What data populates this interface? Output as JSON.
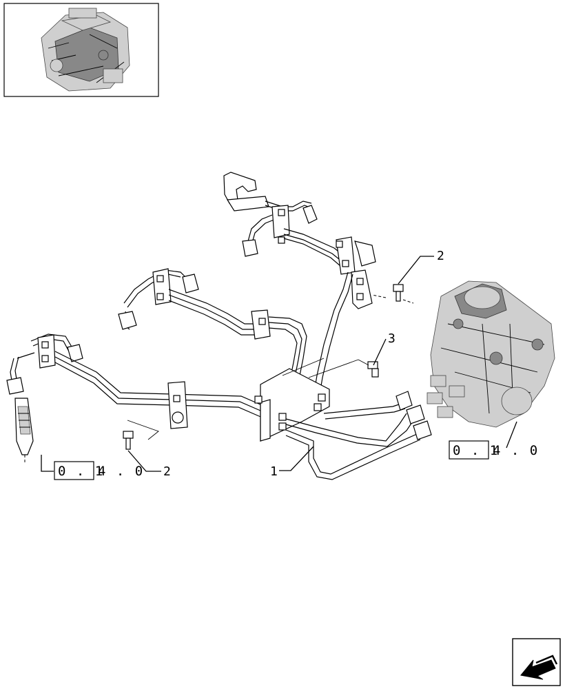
{
  "callouts": {
    "pipe_assembly": "1",
    "screw_upper": "2",
    "screw_lower": "2",
    "screw_middle": "3"
  },
  "references": {
    "left": {
      "boxed": "0 . 1",
      "rest": "4 . 0"
    },
    "right": {
      "boxed": "0 . 1",
      "rest": "4 . 0"
    }
  },
  "icons": {
    "thumbnail": "engine-thumbnail-icon",
    "next_page": "next-page-arrow-icon"
  }
}
